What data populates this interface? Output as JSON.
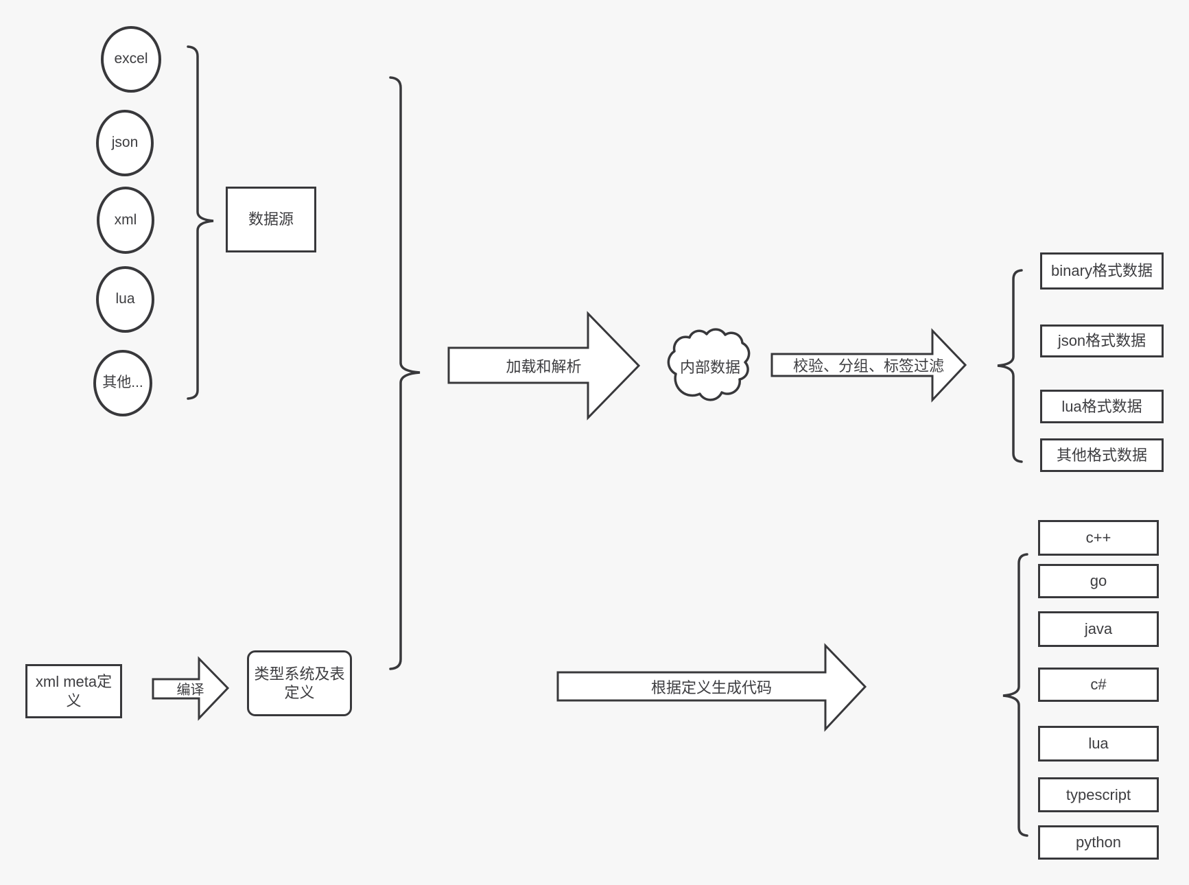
{
  "diagram": {
    "background": "#f7f7f7",
    "stroke_color": "#38383b",
    "shape_fill": "#ffffff",
    "text_color": "#3d3d40"
  },
  "sources": {
    "group_label": "数据源",
    "nodes": [
      "excel",
      "json",
      "xml",
      "lua",
      "其他..."
    ]
  },
  "pipeline": {
    "load_parse_arrow": "加载和解析",
    "internal_data": "内部数据",
    "filter_arrow": "校验、分组、标签过滤"
  },
  "definitions": {
    "xml_meta": "xml meta定义",
    "compile_arrow": "编译",
    "type_system": "类型系统及表定义",
    "generate_arrow": "根据定义生成代码"
  },
  "outputs": {
    "formats": [
      "binary格式数据",
      "json格式数据",
      "lua格式数据",
      "其他格式数据"
    ],
    "languages": [
      "c++",
      "go",
      "java",
      "c#",
      "lua",
      "typescript",
      "python"
    ]
  }
}
